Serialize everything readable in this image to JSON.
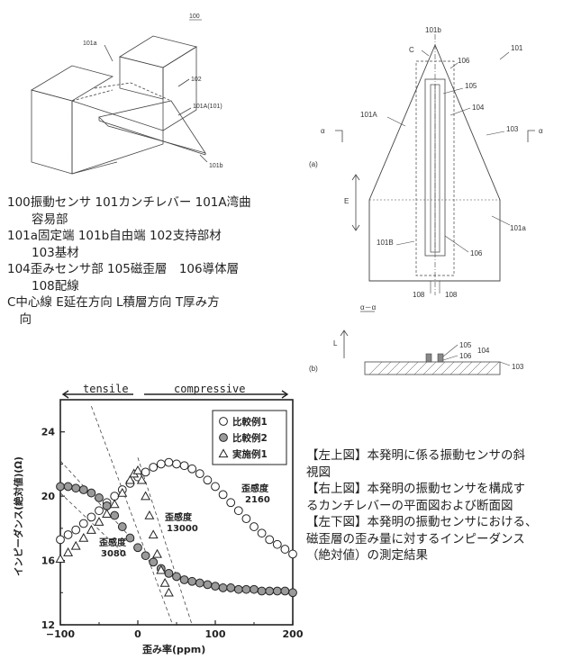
{
  "figure_top_left": {
    "ref_100": "100",
    "ref_101a": "101a",
    "ref_102": "102",
    "ref_101A": "101A(101)",
    "ref_101b": "101b"
  },
  "figure_top_right": {
    "ref_101b": "101b",
    "ref_101": "101",
    "ref_C": "C",
    "ref_106_top": "106",
    "ref_105": "105",
    "ref_104": "104",
    "ref_101A": "101A",
    "ref_103": "103",
    "alpha_left": "α",
    "alpha_right": "α",
    "panel_a": "(a)",
    "ref_E": "E",
    "ref_101a": "101a",
    "ref_101B": "101B",
    "ref_106_mid": "106",
    "ref_108_left": "108",
    "ref_108_right": "108",
    "section_label": "α－α",
    "ref_L": "L",
    "ref_105_b": "105",
    "ref_106_b": "106",
    "ref_104_b": "104",
    "panel_b": "(b)",
    "ref_103_b": "103"
  },
  "legend_lines": [
    "100振動センサ 101カンチレバー 101A湾曲",
    "　　容易部",
    "101a固定端 101b自由端 102支持部材",
    "　　103基材",
    "104歪みセンサ部 105磁歪層　106導体層",
    "　　108配線",
    "C中心線 E延在方向 L積層方向 T厚み方",
    "　向"
  ],
  "caption_lines": [
    "【左上図】本発明に係る振動センサの斜",
    "視図",
    "【右上図】本発明の振動センサを構成す",
    "るカンチレバーの平面図および断面図",
    "【左下図】本発明の振動センサにおける、",
    "磁歪層の歪み量に対するインピーダンス",
    "（絶対値）の測定結果"
  ],
  "chart_data": {
    "type": "scatter",
    "xlabel": "歪み率(ppm)",
    "ylabel": "インピーダンス(絶対値)(Ω)",
    "xlim": [
      -100,
      200
    ],
    "ylim": [
      12,
      26
    ],
    "xticks": [
      "−100",
      "0",
      "100",
      "200"
    ],
    "yticks": [
      "12",
      "16",
      "20",
      "24"
    ],
    "region_left": "tensile",
    "region_right": "compressive",
    "series": [
      {
        "name": "比較例1",
        "marker": "circle-open",
        "x": [
          -100,
          -90,
          -80,
          -70,
          -60,
          -50,
          -40,
          -30,
          -20,
          -10,
          0,
          10,
          20,
          30,
          40,
          50,
          60,
          70,
          80,
          90,
          100,
          110,
          120,
          130,
          140,
          150,
          160,
          170,
          180,
          190,
          200
        ],
        "y": [
          17.3,
          17.6,
          17.9,
          18.3,
          18.7,
          19.1,
          19.6,
          20.0,
          20.4,
          20.8,
          21.2,
          21.5,
          21.8,
          22.0,
          22.1,
          22.0,
          21.9,
          21.7,
          21.4,
          21.0,
          20.6,
          20.1,
          19.6,
          19.1,
          18.6,
          18.1,
          17.7,
          17.3,
          17.0,
          16.7,
          16.4
        ]
      },
      {
        "name": "比較例2",
        "marker": "circle-gray",
        "x": [
          -100,
          -90,
          -80,
          -70,
          -60,
          -50,
          -40,
          -30,
          -20,
          -10,
          0,
          10,
          20,
          30,
          40,
          50,
          60,
          70,
          80,
          90,
          100,
          110,
          120,
          130,
          140,
          150,
          160,
          170,
          180,
          190,
          200
        ],
        "y": [
          20.6,
          20.6,
          20.5,
          20.4,
          20.2,
          19.9,
          19.4,
          18.8,
          18.1,
          17.4,
          16.8,
          16.3,
          15.9,
          15.5,
          15.2,
          15.0,
          14.8,
          14.7,
          14.6,
          14.5,
          14.4,
          14.3,
          14.3,
          14.2,
          14.2,
          14.2,
          14.1,
          14.1,
          14.1,
          14.1,
          14.0
        ]
      },
      {
        "name": "実施例1",
        "marker": "triangle-open",
        "x": [
          -100,
          -90,
          -80,
          -70,
          -60,
          -50,
          -40,
          -30,
          -20,
          -10,
          -5,
          0,
          5,
          10,
          15,
          20,
          25,
          30,
          35,
          40
        ],
        "y": [
          16.1,
          16.5,
          16.9,
          17.4,
          17.9,
          18.4,
          18.9,
          19.5,
          20.2,
          21.0,
          21.4,
          21.6,
          21.0,
          20.0,
          18.8,
          17.6,
          16.4,
          15.4,
          14.6,
          14.0
        ]
      }
    ],
    "annotations": [
      {
        "text": "歪感度",
        "value": "2160"
      },
      {
        "text": "歪感度",
        "value": "13000"
      },
      {
        "text": "歪感度",
        "value": "3080"
      }
    ]
  }
}
